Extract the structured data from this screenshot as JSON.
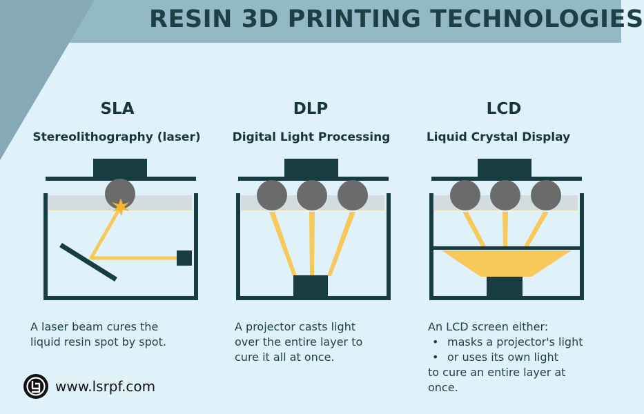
{
  "title": "RESIN 3D PRINTING TECHNOLOGIES",
  "technologies": [
    {
      "abbr": "SLA",
      "name": "Stereolithography (laser)",
      "description": [
        "A laser beam cures the",
        "liquid resin spot by spot."
      ]
    },
    {
      "abbr": "DLP",
      "name": "Digital Light Processing",
      "description": [
        "A projector casts light",
        "over the entire layer to",
        "cure it all at once."
      ]
    },
    {
      "abbr": "LCD",
      "name": "Liquid Crystal Display",
      "description_intro": "An LCD screen either:",
      "description_bullets": [
        "masks a projector's light",
        "or uses its own light"
      ],
      "description_outro": [
        "to cure an entire layer at",
        "once."
      ]
    }
  ],
  "footer": {
    "website": "www.lsrpf.com",
    "logo_icon": "lsrpf-logo-icon"
  },
  "colors": {
    "background": "#dff1f9",
    "header_band": "#93b8c6",
    "dark_teal": "#173d42",
    "light_beam": "#f7c85a",
    "resin_layer": "#d3dde0",
    "optic_grey": "#6b6b6b"
  }
}
